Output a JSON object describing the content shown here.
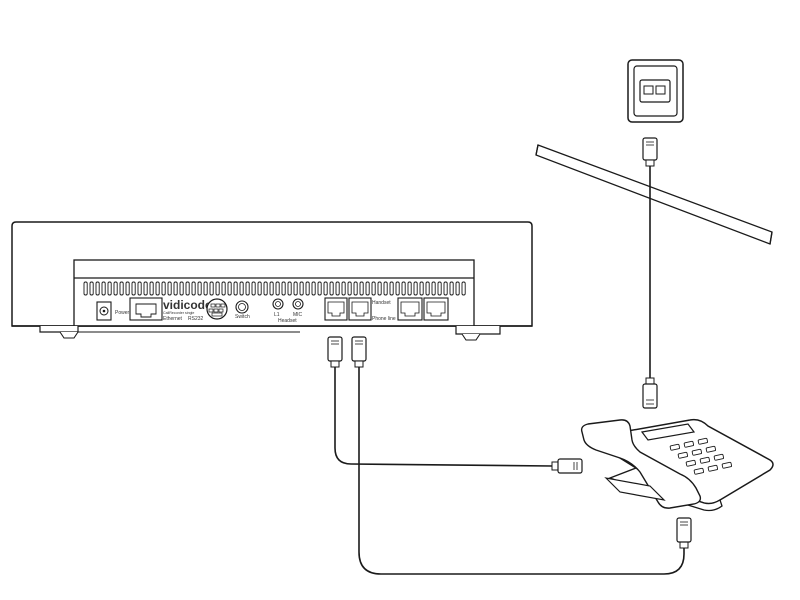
{
  "device": {
    "brand": "vidicode",
    "product": "CallRecorder single",
    "ports": {
      "power": "Power",
      "ethernet": "Ethernet",
      "rs232": "RS232",
      "switch": "Switch",
      "l1": "L1",
      "mic": "MIC",
      "headset": "Headset",
      "handset": "Handset",
      "phone_line": "Phone line"
    }
  },
  "colors": {
    "line": "#1a1a1a",
    "device_fill": "#ffffff",
    "panel_fill": "#f4f4f4"
  }
}
